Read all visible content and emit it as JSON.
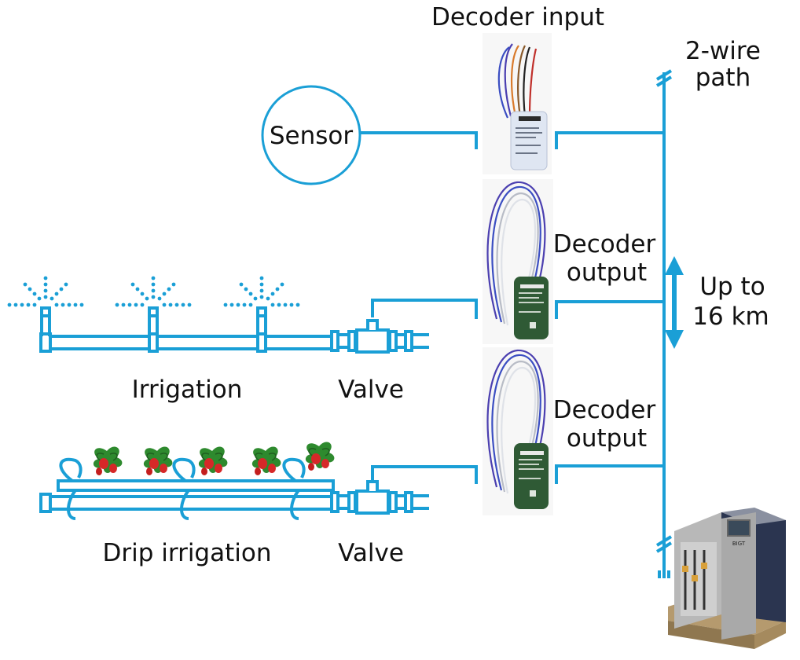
{
  "labels": {
    "decoder_input": "Decoder input",
    "two_wire_line1": "2-wire",
    "two_wire_line2": "path",
    "sensor": "Sensor",
    "decoder_output_1_line1": "Decoder",
    "decoder_output_1_line2": "output",
    "decoder_output_2_line1": "Decoder",
    "decoder_output_2_line2": "output",
    "up_to_line1": "Up to",
    "up_to_line2": "16 km",
    "irrigation": "Irrigation",
    "valve_1": "Valve",
    "drip_irrigation": "Drip irrigation",
    "valve_2": "Valve",
    "brand_mark": "BIGT"
  },
  "colors": {
    "wire": "#1a9fd6",
    "text": "#111111",
    "decoder_input_body": "#dfe6f2",
    "decoder_output_body": "#2f5a35",
    "leaf": "#2e8a2e",
    "berry": "#d62828",
    "controller_steel": "#a9a9a9",
    "controller_dark": "#2b3550"
  },
  "icons": {
    "sensor": "sensor-circle-icon",
    "valve": "valve-icon",
    "sprinkler": "sprinkler-icon",
    "decoder": "decoder-module-icon",
    "controller": "irrigation-controller-icon",
    "strawberry": "strawberry-plant-icon"
  }
}
